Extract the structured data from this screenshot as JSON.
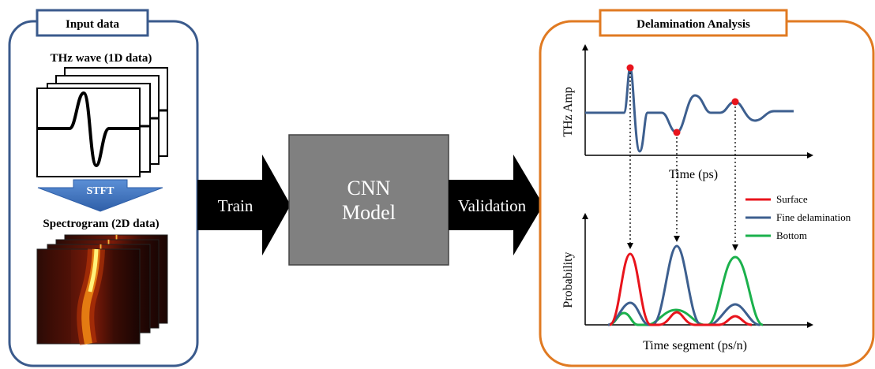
{
  "input_panel": {
    "title": "Input data",
    "thz_wave_label": "THz wave (1D data)",
    "stft_label": "STFT",
    "spectrogram_label": "Spectrogram (2D data)"
  },
  "train_label": "Train",
  "cnn_model": {
    "line1": "CNN",
    "line2": "Model"
  },
  "validation_label": "Validation",
  "analysis_panel": {
    "title": "Delamination Analysis",
    "top_plot": {
      "ylabel": "THz Amp",
      "xlabel": "Time (ps)"
    },
    "bottom_plot": {
      "ylabel": "Probability",
      "xlabel": "Time segment (ps/n)"
    },
    "legend": [
      {
        "label": "Surface",
        "color": "#e8141c"
      },
      {
        "label": "Fine delamination",
        "color": "#3d5f8f"
      },
      {
        "label": "Bottom",
        "color": "#1bb14c"
      }
    ]
  },
  "colors": {
    "input_border": "#3a5a8c",
    "analysis_border": "#e07a22",
    "arrow": "#000000",
    "cnn_box": "#808080",
    "stft_arrow": "#4a7cc1",
    "marker": "#e8141c"
  }
}
